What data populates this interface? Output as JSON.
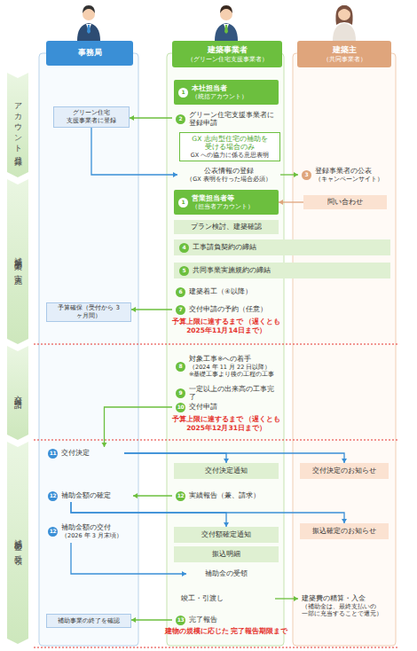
{
  "diagram": {
    "nodes": [
      {
        "text": [
          "事務局"
        ]
      },
      {
        "text": [
          "建築事業者",
          "（グリーン住宅支援事業者）"
        ]
      },
      {
        "text": [
          "建築主",
          "（共同事業者）"
        ]
      },
      {
        "text": [
          "アカウント登録"
        ]
      },
      {
        "text": [
          "補助事業の実施"
        ]
      },
      {
        "text": [
          "交付申請"
        ]
      },
      {
        "text": [
          "補助金の受領"
        ]
      },
      {
        "text": [
          "1",
          "本社担当者",
          "（統括アカウント）"
        ]
      },
      {
        "text": [
          "グリーン住宅 支援事業者に登録"
        ]
      },
      {
        "text": [
          "2",
          "グリーン住宅支援事業者に 登録申請"
        ]
      },
      {
        "text": [
          "GX 志向型住宅の補助を 受ける場合のみ",
          "GX への協力に係る意思表明"
        ]
      },
      {
        "text": [
          "公表情報の登録",
          "（GX 表明を行った場合必須）"
        ]
      },
      {
        "text": [
          "3",
          "登録事業者の公表",
          "（キャンペーンサイト）"
        ]
      },
      {
        "text": [
          "1",
          "営業担当者等",
          "（担当者アカウント）"
        ]
      },
      {
        "text": [
          "問い合わせ"
        ]
      },
      {
        "text": [
          "プラン検討、建築確認"
        ]
      },
      {
        "text": [
          "4",
          "工事請負契約の締結"
        ]
      },
      {
        "text": [
          "5",
          "共同事業実施規約の締結"
        ]
      },
      {
        "text": [
          "6",
          "建築着工（④以降）"
        ]
      },
      {
        "text": [
          "7",
          "交付申請の予約（任意）"
        ]
      },
      {
        "text": [
          "予算確保（受付から 3 ヶ月間）"
        ]
      },
      {
        "text": [
          "8",
          "対象工事※への着手",
          "（2024 年 11 月 22 日以降）",
          "※基礎工事より後の工程の工事"
        ]
      },
      {
        "text": [
          "9",
          "一定以上の出来高の工事完了"
        ]
      },
      {
        "text": [
          "10",
          "交付申請"
        ]
      },
      {
        "text": [
          "11",
          "交付決定"
        ]
      },
      {
        "text": [
          "交付決定通知"
        ]
      },
      {
        "text": [
          "交付決定のお知らせ"
        ]
      },
      {
        "text": [
          "12",
          "補助金額の確定"
        ]
      },
      {
        "text": [
          "12",
          "実績報告（兼、請求）"
        ]
      },
      {
        "text": [
          "12",
          "補助金額の交付",
          "（2026 年 3 月末頃）"
        ]
      },
      {
        "text": [
          "交付額確定通知"
        ]
      },
      {
        "text": [
          "振込確定のお知らせ"
        ]
      },
      {
        "text": [
          "振込明細"
        ]
      },
      {
        "text": [
          "補助金の受領"
        ]
      },
      {
        "text": [
          "竣工・引渡し"
        ]
      },
      {
        "text": [
          "建築費の精算・入金",
          "（補助金は、最終支払いの 一部に充当することで還元）"
        ]
      },
      {
        "text": [
          "13",
          "完了報告"
        ]
      },
      {
        "text": [
          "補助事業の終了を確認"
        ]
      }
    ],
    "edges": [
      {
        "from": 9,
        "to": 8,
        "arrow": "to"
      },
      {
        "from": 8,
        "to": 11,
        "arrow": "to"
      },
      {
        "from": 11,
        "to": 12,
        "arrow": "to"
      },
      {
        "from": 14,
        "to": 13,
        "arrow": "to"
      },
      {
        "from": 19,
        "to": 20,
        "arrow": "to"
      },
      {
        "from": 23,
        "to": 24,
        "arrow": "to"
      },
      {
        "from": 24,
        "to": 25,
        "arrow": "to"
      },
      {
        "from": 24,
        "to": 26,
        "arrow": "to"
      },
      {
        "from": 28,
        "to": 27,
        "arrow": "to"
      },
      {
        "from": 27,
        "to": 30,
        "arrow": "to"
      },
      {
        "from": 27,
        "to": 31,
        "arrow": "to"
      },
      {
        "from": 29,
        "to": 33,
        "arrow": "to"
      },
      {
        "from": 34,
        "to": 35,
        "arrow": "to"
      },
      {
        "from": 36,
        "to": 37,
        "arrow": "to"
      }
    ],
    "labels": [
      "予算上限に達するまで （遅くとも 2025年11月14日まで）",
      "予算上限に達するまで （遅くとも 2025年12月31日まで）",
      "建物の規模に応じた 完了報告期限まで"
    ]
  }
}
